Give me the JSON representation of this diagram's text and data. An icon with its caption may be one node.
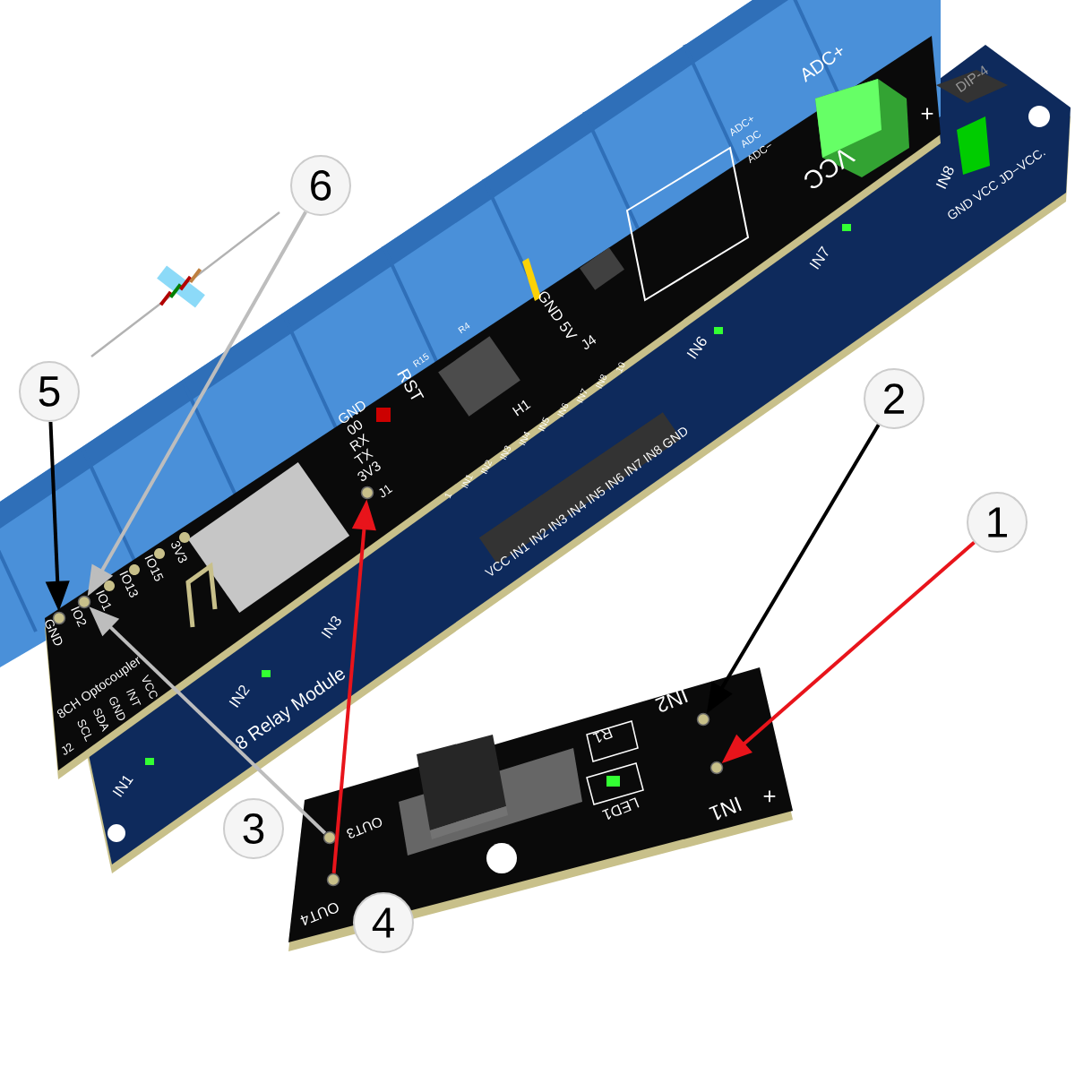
{
  "diagram": {
    "nodes": [
      {
        "text": [
          "6"
        ]
      },
      {
        "text": [
          "5"
        ]
      },
      {
        "text": [
          "2"
        ]
      },
      {
        "text": [
          "1"
        ]
      },
      {
        "text": [
          "3"
        ]
      },
      {
        "text": [
          "4"
        ]
      },
      {
        "text": [],
        "shape": "circle"
      },
      {
        "text": [],
        "shape": "circle"
      },
      {
        "text": [],
        "shape": "circle"
      },
      {
        "text": [],
        "shape": "circle"
      },
      {
        "text": [],
        "shape": "circle"
      },
      {
        "text": [],
        "shape": "circle"
      },
      {
        "text": [],
        "shape": "circle"
      }
    ],
    "edges": [
      {
        "from": 3,
        "to": 10,
        "arrow": "to",
        "color": "#e8141b"
      },
      {
        "from": 2,
        "to": 9,
        "arrow": "to",
        "color": "#000000"
      },
      {
        "from": 1,
        "to": 6,
        "arrow": "to",
        "color": "#000000"
      },
      {
        "from": 0,
        "to": 7,
        "arrow": "to",
        "color": "#bdbdbd"
      },
      {
        "from": 11,
        "to": 7,
        "arrow": "to",
        "color": "#bdbdbd"
      },
      {
        "from": 12,
        "to": 8,
        "arrow": "to",
        "color": "#e8141b"
      }
    ],
    "labels": [
      "DIP-4",
      "ADC+",
      "ADC+",
      "ADC",
      "ADC−",
      "VCC",
      "+",
      "IN8",
      "GND VCC JD−VCC.",
      "IN7",
      "R4",
      "R15",
      "GND 5V",
      "J4",
      "RST",
      "GND",
      "00",
      "RX",
      "TX",
      "3V3",
      "J1",
      "H1",
      "1",
      "IN1",
      "IN2",
      "IN3",
      "IN4",
      "IN5",
      "IN6",
      "IN7",
      "IN8",
      "10",
      "VCC IN1 IN2 IN3 IN4 IN5 IN6 IN7 IN8 GND",
      "IN6",
      "3V3",
      "IO15",
      "IO13",
      "IO1",
      "IO2",
      "GND",
      "8CH Optocoupler",
      "VCC",
      "INT",
      "GND",
      "SDA",
      "SCL",
      "J2",
      "IN3",
      "IN2",
      "8 Relay Module",
      "IN1",
      "IN2",
      "R1",
      "LED1",
      "+",
      "IN1",
      "OUT3",
      "OUT4"
    ]
  }
}
